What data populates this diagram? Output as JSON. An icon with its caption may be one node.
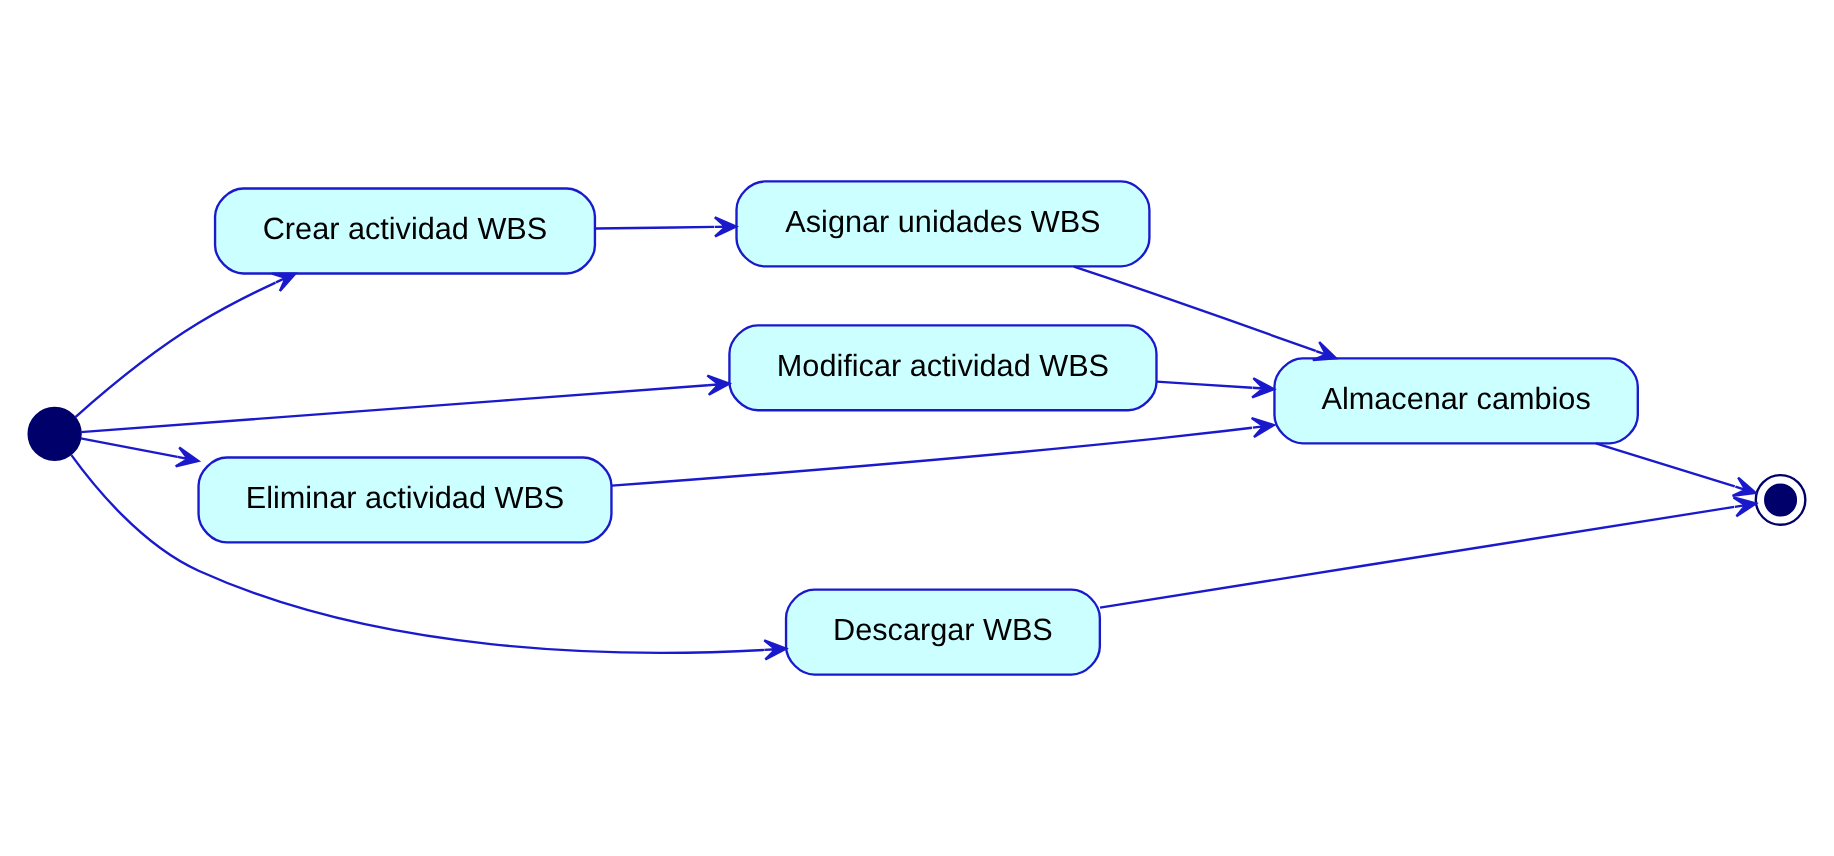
{
  "diagram": {
    "nodes": [
      {
        "text": [],
        "shape": "circle"
      },
      {
        "text": [
          "Crear actividad WBS"
        ]
      },
      {
        "text": [
          "Asignar unidades WBS"
        ]
      },
      {
        "text": [
          "Modificar actividad WBS"
        ]
      },
      {
        "text": [
          "Almacenar cambios"
        ]
      },
      {
        "text": [],
        "shape": "circle"
      },
      {
        "text": [
          "Eliminar actividad WBS"
        ]
      },
      {
        "text": [
          "Descargar WBS"
        ]
      }
    ],
    "edges": [
      {
        "from": 0,
        "to": 1,
        "arrow": "to"
      },
      {
        "from": 0,
        "to": 3,
        "arrow": "to"
      },
      {
        "from": 0,
        "to": 6,
        "arrow": "to"
      },
      {
        "from": 0,
        "to": 7,
        "arrow": "to"
      },
      {
        "from": 1,
        "to": 2,
        "arrow": "to"
      },
      {
        "from": 2,
        "to": 4,
        "arrow": "to"
      },
      {
        "from": 3,
        "to": 4,
        "arrow": "to"
      },
      {
        "from": 6,
        "to": 4,
        "arrow": "to"
      },
      {
        "from": 4,
        "to": 5,
        "arrow": "to"
      },
      {
        "from": 7,
        "to": 5,
        "arrow": "to"
      }
    ]
  }
}
